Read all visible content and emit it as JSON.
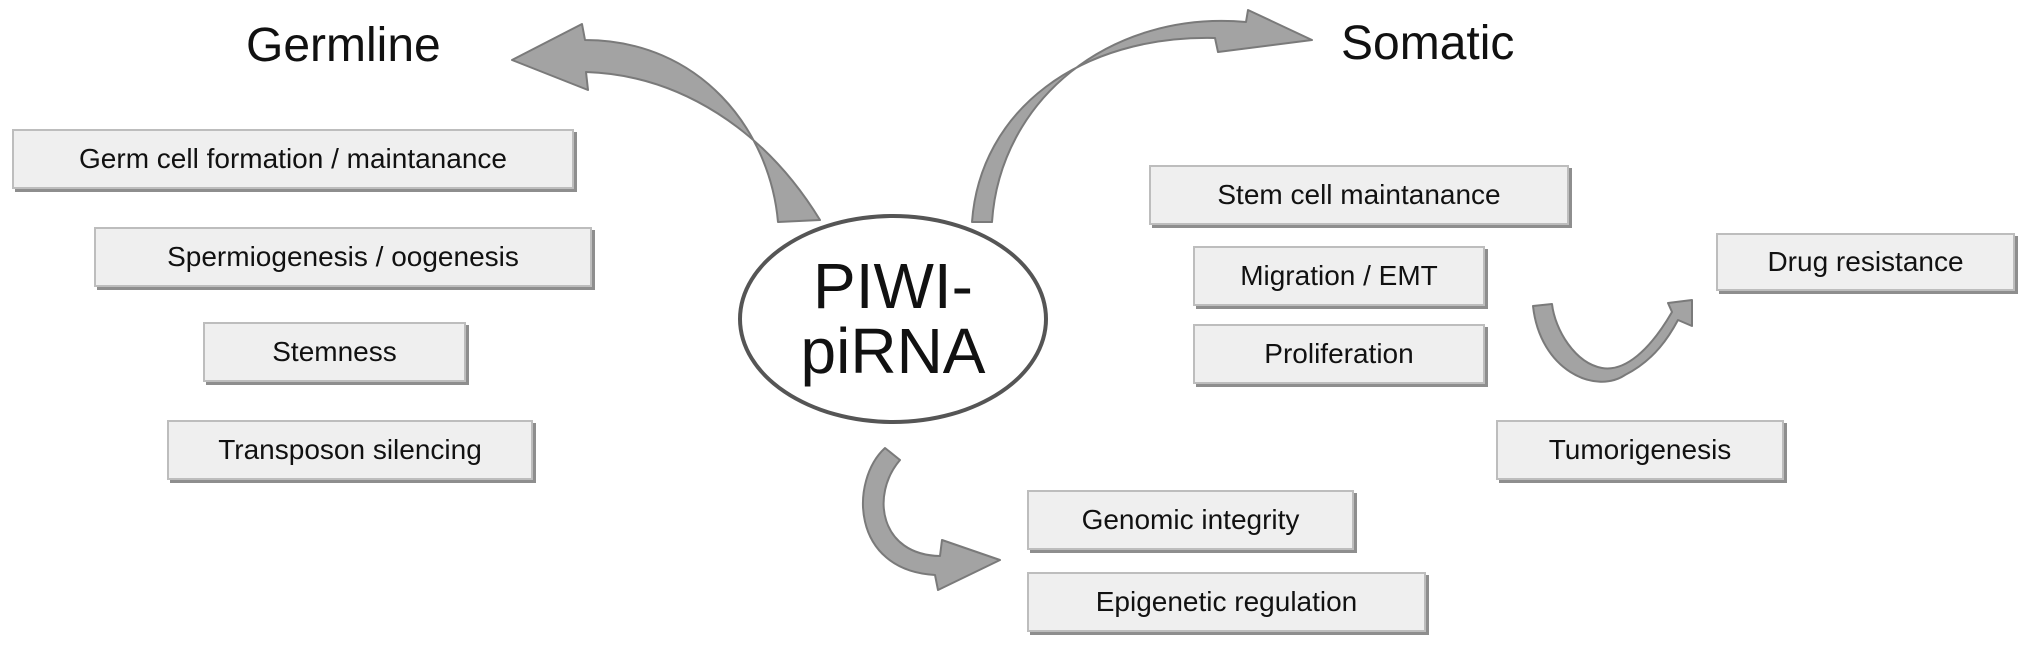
{
  "headings": {
    "germline": "Germline",
    "somatic": "Somatic"
  },
  "center": {
    "line1": "PIWI-",
    "line2": "piRNA"
  },
  "germline_items": [
    "Germ cell formation / maintanance",
    "Spermiogenesis / oogenesis",
    "Stemness",
    "Transposon silencing"
  ],
  "somatic_items": [
    "Stem cell maintanance",
    "Migration  / EMT",
    "Proliferation",
    "Drug resistance",
    "Tumorigenesis"
  ],
  "genomic_items": [
    "Genomic integrity",
    "Epigenetic regulation"
  ],
  "colors": {
    "arrow_fill": "#a3a3a3",
    "arrow_stroke": "#7a7a7a",
    "box_fill": "#efefef",
    "box_border": "#bdbdbd",
    "box_shadow": "#8e8e8e",
    "ellipse_border": "#555555",
    "text": "#111111"
  },
  "icons": {
    "arrow_to_germline": "curved-arrow-icon",
    "arrow_to_somatic": "curved-arrow-icon",
    "arrow_to_genomic": "curved-arrow-icon",
    "arrow_to_drug_resistance": "curved-arrow-icon"
  }
}
